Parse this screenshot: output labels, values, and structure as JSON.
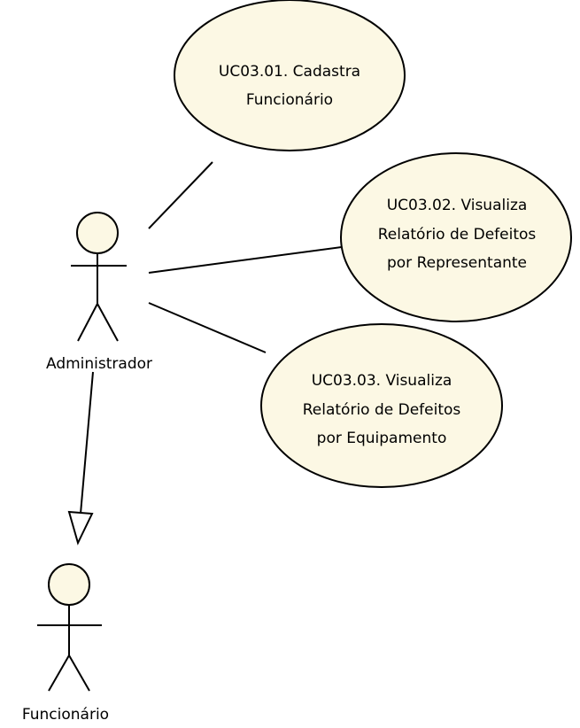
{
  "diagram": {
    "actors": {
      "administrador": {
        "name": "Administrador"
      },
      "funcionario": {
        "name": "Funcionário"
      }
    },
    "use_cases": {
      "uc01": {
        "line1": "UC03.01. Cadastra",
        "line2": "Funcionário"
      },
      "uc02": {
        "line1": "UC03.02. Visualiza",
        "line2": "Relatório de Defeitos",
        "line3": "por Representante"
      },
      "uc03": {
        "line1": "UC03.03. Visualiza",
        "line2": "Relatório de Defeitos",
        "line3": "por Equipamento"
      }
    }
  }
}
